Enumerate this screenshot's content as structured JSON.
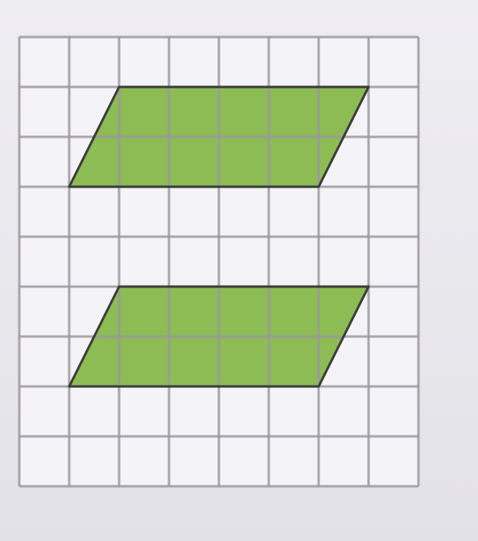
{
  "diagram": {
    "grid": {
      "columns": 8,
      "rows": 9,
      "line_color": "#9b989f",
      "background_color": "#f4f3f7"
    },
    "shapes": [
      {
        "name": "parallelogram-top",
        "fill": "#8dbb54",
        "stroke": "#3c3d3a",
        "vertices": [
          [
            2,
            1
          ],
          [
            7,
            1
          ],
          [
            6,
            3
          ],
          [
            1,
            3
          ]
        ]
      },
      {
        "name": "parallelogram-bottom",
        "fill": "#8dbb54",
        "stroke": "#3c3d3a",
        "vertices": [
          [
            2,
            5
          ],
          [
            7,
            5
          ],
          [
            6,
            7
          ],
          [
            1,
            7
          ]
        ]
      }
    ]
  }
}
